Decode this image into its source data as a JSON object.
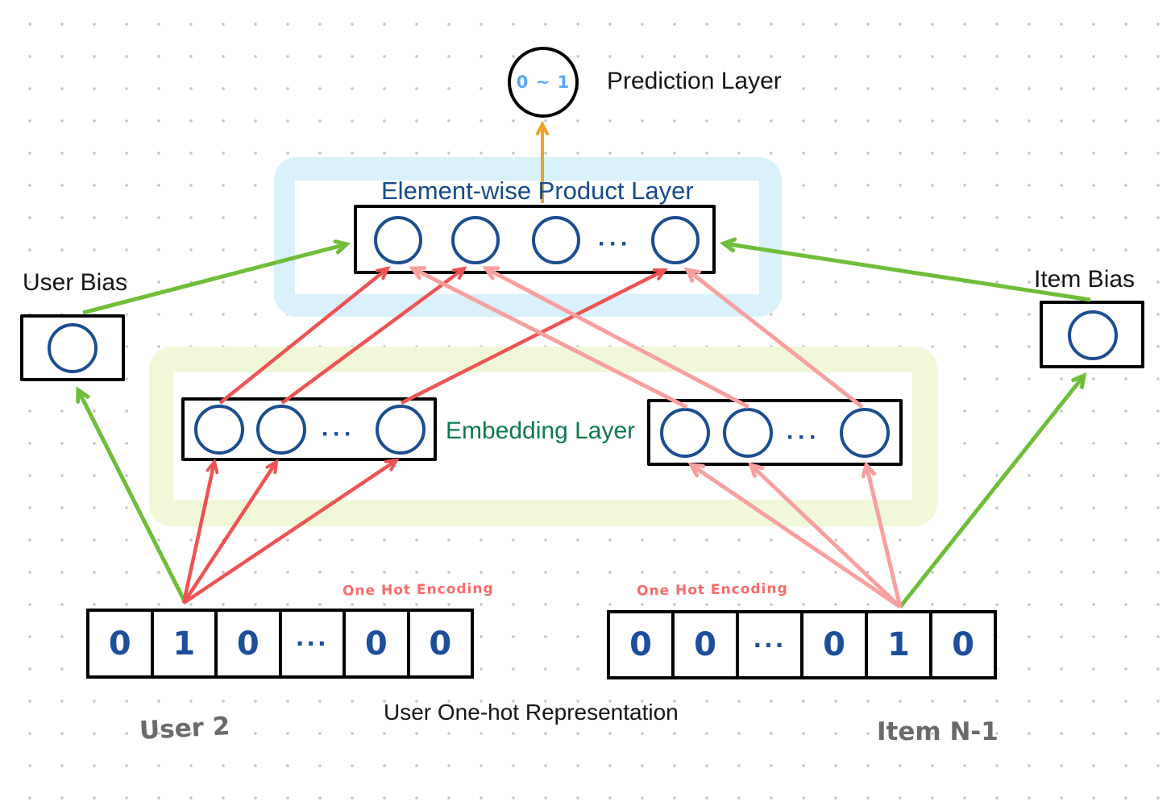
{
  "prediction_layer": {
    "label": "Prediction Layer",
    "output_range": "0 ~ 1"
  },
  "product_layer": {
    "label": "Element-wise Product Layer",
    "ellipsis": "···"
  },
  "embedding_layer": {
    "label": "Embedding Layer",
    "user_ellipsis": "···",
    "item_ellipsis": "···"
  },
  "user_bias": {
    "label": "User Bias"
  },
  "item_bias": {
    "label": "Item Bias"
  },
  "user_onehot": {
    "annotation": "One Hot Encoding",
    "cells": [
      "0",
      "1",
      "0",
      "···",
      "0",
      "0"
    ],
    "caption": "User 2"
  },
  "item_onehot": {
    "annotation": "One Hot Encoding",
    "cells": [
      "0",
      "0",
      "···",
      "0",
      "1",
      "0"
    ],
    "caption": "Item N-1"
  },
  "bottom_caption": "User One-hot Representation",
  "colors": {
    "node_stroke": "#1b4d91",
    "product_layer_bg": "#d9f1fb",
    "embedding_layer_bg": "#f0f8d8",
    "user_arrow_red": "#ee5353",
    "item_arrow_pink": "#f8a0a0",
    "bias_arrow_green": "#6ebe39",
    "prediction_arrow_orange": "#f2a127",
    "product_label_blue": "#174a8b",
    "embedding_label_green": "#0d7a4b",
    "annotation_red": "#fa6a6a",
    "digit_blue": "#1d4e9e",
    "output_range_blue": "#58a8f2",
    "caption_gray": "#6a6a6a"
  }
}
